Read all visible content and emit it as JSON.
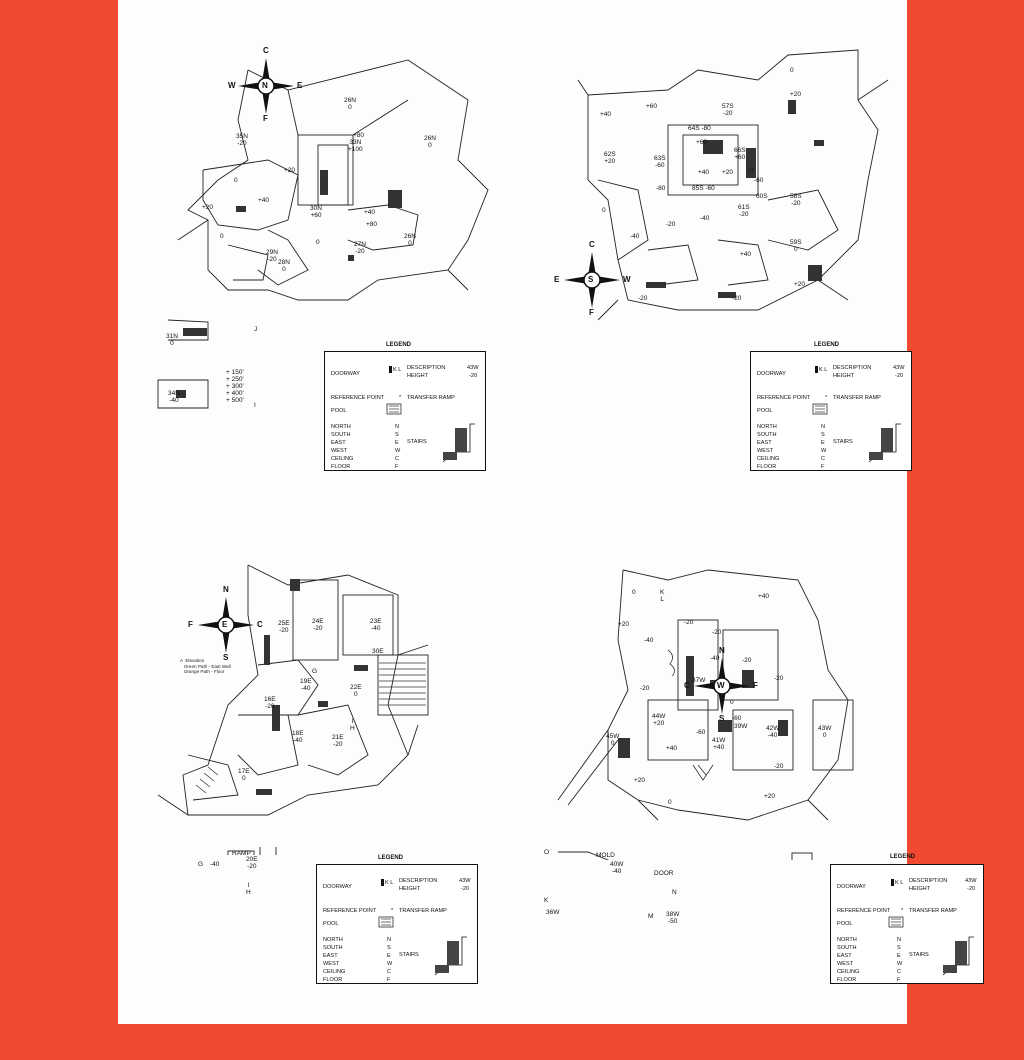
{
  "colors": {
    "frame": "#f24a30",
    "paper": "#fdfdfd",
    "ink": "#111111"
  },
  "legend": {
    "title": "LEGEND",
    "doorway": "DOORWAY",
    "doorway_symbol": "K L",
    "description": "DESCRIPTION",
    "height": "HEIGHT",
    "sample_description": "43W",
    "sample_height": "-20",
    "reference_point": "REFERENCE POINT",
    "star": "*",
    "transfer_ramp": "TRANSFER RAMP",
    "pool": "POOL",
    "directions": [
      "NORTH",
      "SOUTH",
      "EAST",
      "WEST",
      "CEILING",
      "FLOOR"
    ],
    "direction_letters": [
      "N",
      "S",
      "E",
      "W",
      "C",
      "F"
    ],
    "stairs": "STAIRS"
  },
  "north": {
    "compass": {
      "center": "N",
      "top": "C",
      "left": "W",
      "right": "E",
      "bottom": "F"
    },
    "labels": [
      "26N\n0",
      "35N\n-20",
      "+80",
      "33N\n+100",
      "26N\n0",
      "+20",
      "0",
      "+40",
      "+20",
      "30N\n+60",
      "+40",
      "+80",
      "0",
      "29N\n-20",
      "28N\n0",
      "27N\n-20",
      "26N\n0",
      "0"
    ],
    "inset1": "31N\n0",
    "inset2": "34N\n-40",
    "inset2_scale": [
      "+ 150'",
      "+ 250'",
      "+ 300'",
      "+ 400'",
      "+ 500'"
    ],
    "inset1_letter": "J",
    "inset2_letter": "I"
  },
  "south": {
    "compass": {
      "center": "S",
      "top": "C",
      "left": "E",
      "right": "W",
      "bottom": "F"
    },
    "labels": [
      "0",
      "+40",
      "+60",
      "57S\n-20",
      "+20",
      "64S -80",
      "62S\n+20",
      "63S\n-60",
      "+60",
      "66S\n+60",
      "+40",
      "+20",
      "-80",
      "85S -60",
      "60S",
      "0",
      "-60",
      "58S\n-20",
      "61S\n-20",
      "-40",
      "0",
      "-40",
      "-20",
      "59S\n0",
      "+40",
      "-20",
      "-20",
      "+20"
    ]
  },
  "east": {
    "compass": {
      "center": "E",
      "top": "N",
      "left": "F",
      "right": "C",
      "bottom": "S"
    },
    "labels": [
      "25E\n-20",
      "24E\n-20",
      "23E\n-40",
      "30E",
      "19E\n-40",
      "22E\n0",
      "16E\n-20",
      "18E\n-40",
      "21E\n-20",
      "17E\n0",
      "G",
      "I\nH"
    ],
    "note": "A  Elevation\n   Green Path - East Wall\n   Orange Path - Floor",
    "inset": "20E\n-20",
    "inset_arrow": "G",
    "inset_value": "-40",
    "inset_ramp": "RAMP",
    "inset_bottom": "I\nH"
  },
  "west": {
    "compass": {
      "center": "W",
      "top": "N",
      "left": "C",
      "right": "F",
      "bottom": "S"
    },
    "labels": [
      "0",
      "K\nL",
      "+40",
      "-20",
      "+20",
      "-40",
      "-20",
      "-40",
      "37W",
      "-20",
      "-20",
      "-20",
      "0",
      "44W\n+20",
      "-60",
      "45W\n0",
      "+40",
      "-60",
      "39W",
      "42W\n-40",
      "43W\n0",
      "41W\n+40",
      "-20",
      "+20",
      "0",
      "+20"
    ],
    "insets": {
      "mold": "MOLD",
      "o": "O",
      "door": "DOOR",
      "val_400": "40W\n-40",
      "k": "K",
      "n": "N",
      "w36": "36W",
      "m": "M",
      "w38": "38W\n-50"
    }
  }
}
